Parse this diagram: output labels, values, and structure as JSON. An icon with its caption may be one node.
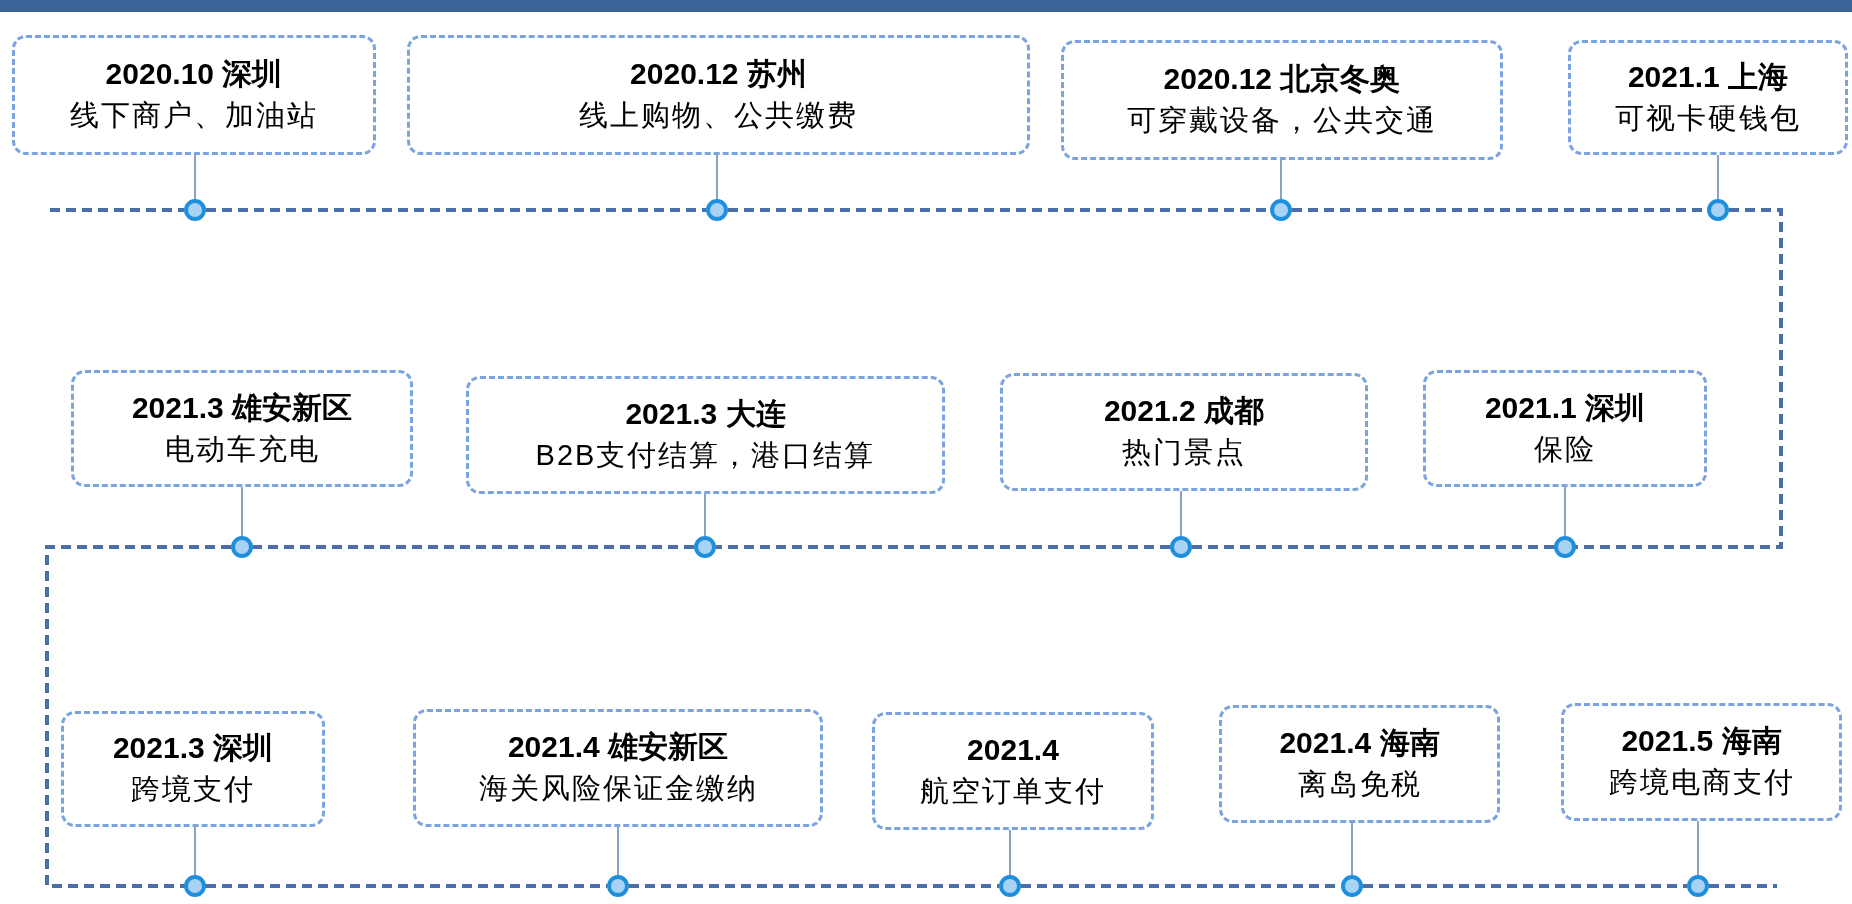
{
  "diagram": {
    "nodes": [
      {
        "text": [
          "**2020.10** 深圳",
          "线下商户、加油站"
        ]
      },
      {
        "text": [
          "**2020.12** 苏州",
          "线上购物、公共缴费"
        ]
      },
      {
        "text": [
          "**2020.12** 北京冬奥",
          "可穿戴设备，公共交通"
        ]
      },
      {
        "text": [
          "**2021.1** 上海",
          "可视卡硬钱包"
        ]
      },
      {
        "text": [
          "**2021.3** 雄安新区",
          "电动车充电"
        ]
      },
      {
        "text": [
          "**2021.3** 大连",
          "B2B支付结算，港口结算"
        ]
      },
      {
        "text": [
          "**2021.2** 成都",
          "热门景点"
        ]
      },
      {
        "text": [
          "**2021.1** 深圳",
          "保险"
        ]
      },
      {
        "text": [
          "**2021.3** 深圳",
          "跨境支付"
        ]
      },
      {
        "text": [
          "**2021.4** 雄安新区",
          "海关风险保证金缴纳"
        ]
      },
      {
        "text": [
          "**2021.4**",
          "航空订单支付"
        ]
      },
      {
        "text": [
          "**2021.4** 海南",
          "离岛免税"
        ]
      },
      {
        "text": [
          "**2021.5** 海南",
          "跨境电商支付"
        ]
      },
      {
        "text": [],
        "shape": "circle"
      },
      {
        "text": [],
        "shape": "circle"
      },
      {
        "text": [],
        "shape": "circle"
      },
      {
        "text": [],
        "shape": "circle"
      },
      {
        "text": [],
        "shape": "circle"
      },
      {
        "text": [],
        "shape": "circle"
      },
      {
        "text": [],
        "shape": "circle"
      },
      {
        "text": [],
        "shape": "circle"
      },
      {
        "text": [],
        "shape": "circle"
      },
      {
        "text": [],
        "shape": "circle"
      },
      {
        "text": [],
        "shape": "circle"
      },
      {
        "text": [],
        "shape": "circle"
      },
      {
        "text": [],
        "shape": "circle"
      }
    ],
    "edges": [
      {
        "from": 0,
        "to": 13,
        "arrow": "none"
      },
      {
        "from": 1,
        "to": 14,
        "arrow": "none"
      },
      {
        "from": 2,
        "to": 15,
        "arrow": "none"
      },
      {
        "from": 3,
        "to": 16,
        "arrow": "none"
      },
      {
        "from": 4,
        "to": 17,
        "arrow": "none"
      },
      {
        "from": 5,
        "to": 18,
        "arrow": "none"
      },
      {
        "from": 6,
        "to": 19,
        "arrow": "none"
      },
      {
        "from": 7,
        "to": 20,
        "arrow": "none"
      },
      {
        "from": 8,
        "to": 21,
        "arrow": "none"
      },
      {
        "from": 9,
        "to": 22,
        "arrow": "none"
      },
      {
        "from": 10,
        "to": 23,
        "arrow": "none"
      },
      {
        "from": 11,
        "to": 24,
        "arrow": "none"
      },
      {
        "from": 12,
        "to": 25,
        "arrow": "none"
      },
      {
        "from": 13,
        "to": 14,
        "arrow": "none",
        "style": "dashed",
        "color": "#4a6fa5"
      },
      {
        "from": 14,
        "to": 15,
        "arrow": "none",
        "style": "dashed",
        "color": "#4a6fa5"
      },
      {
        "from": 15,
        "to": 16,
        "arrow": "none",
        "style": "dashed",
        "color": "#4a6fa5"
      },
      {
        "from": 16,
        "to": 20,
        "arrow": "none",
        "style": "dashed",
        "color": "#4a6fa5"
      },
      {
        "from": 20,
        "to": 19,
        "arrow": "none",
        "style": "dashed",
        "color": "#4a6fa5"
      },
      {
        "from": 19,
        "to": 18,
        "arrow": "none",
        "style": "dashed",
        "color": "#4a6fa5"
      },
      {
        "from": 18,
        "to": 17,
        "arrow": "none",
        "style": "dashed",
        "color": "#4a6fa5"
      },
      {
        "from": 17,
        "to": 21,
        "arrow": "none",
        "style": "dashed",
        "color": "#4a6fa5"
      },
      {
        "from": 21,
        "to": 22,
        "arrow": "none",
        "style": "dashed",
        "color": "#4a6fa5"
      },
      {
        "from": 22,
        "to": 23,
        "arrow": "none",
        "style": "dashed",
        "color": "#4a6fa5"
      },
      {
        "from": 23,
        "to": 24,
        "arrow": "none",
        "style": "dashed",
        "color": "#4a6fa5"
      },
      {
        "from": 24,
        "to": 25,
        "arrow": "none",
        "style": "dashed",
        "color": "#4a6fa5"
      }
    ]
  }
}
